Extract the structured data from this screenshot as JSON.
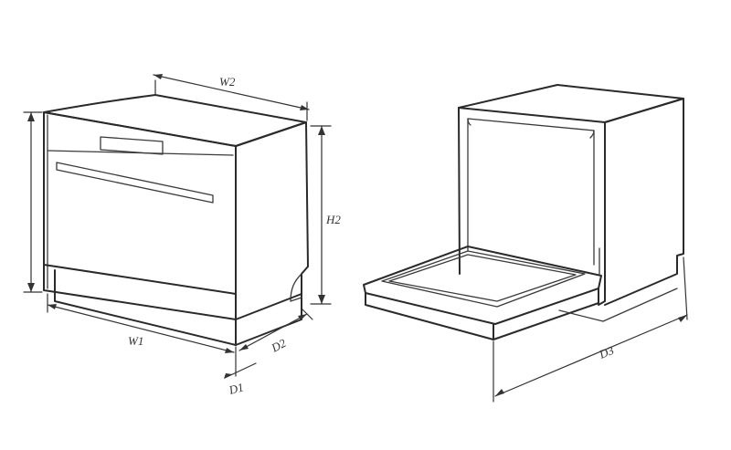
{
  "diagram": {
    "labels": {
      "w2": "W2",
      "h2": "H2",
      "w1": "W1",
      "d2": "D2",
      "d1": "D1",
      "d3": "D3"
    },
    "colors": {
      "line": "#2a2a2a",
      "background": "#ffffff"
    }
  }
}
